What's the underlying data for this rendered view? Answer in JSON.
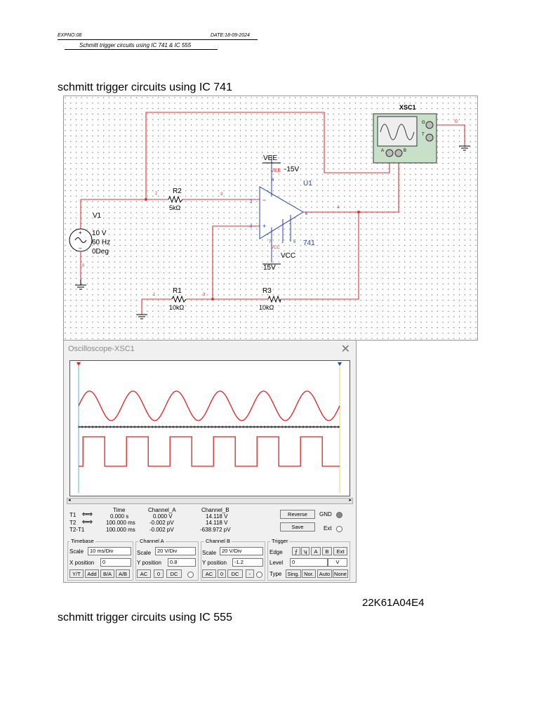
{
  "header": {
    "expno": "EXPNO:08",
    "date": "DATE:18-09-2024",
    "subtitle": "Schmitt trigger circuits using IC 741 & IC 555"
  },
  "section1_title": "schmitt trigger circuits using IC 741",
  "section2_title": "schmitt trigger circuits using IC 555",
  "roll_number": "22K61A04E4",
  "schematic": {
    "scope_label": "XSC1",
    "scope_ports": [
      "G",
      "T",
      "A",
      "B"
    ],
    "scope_port_g_marker": "0",
    "vee_label": "VEE",
    "vee_value": "-15V",
    "vee_pin": "VEE",
    "vcc_label": "VCC",
    "vcc_value": "15V",
    "vcc_pin": "VCC",
    "opamp_ref": "U1",
    "opamp_model": "741",
    "opamp_pins": {
      "p4": "4",
      "p2": "2",
      "p3": "3",
      "p6": "6",
      "p7": "7",
      "p1": "1",
      "p5": "5"
    },
    "r1": {
      "ref": "R1",
      "value": "10kΩ"
    },
    "r2": {
      "ref": "R2",
      "value": "5kΩ"
    },
    "r3": {
      "ref": "R3",
      "value": "10kΩ"
    },
    "v1": {
      "ref": "V1",
      "amp": "10 V",
      "freq": "60 Hz",
      "phase": "0Deg"
    },
    "nets": {
      "n0": "0",
      "n1": "1",
      "n2": "2",
      "n3a": "3",
      "n3b": "3",
      "n4": "4"
    }
  },
  "oscilloscope": {
    "title": "Oscilloscope-XSC1",
    "close_icon": "close-icon",
    "readout_headers": [
      "Time",
      "Channel_A",
      "Channel_B"
    ],
    "rows": [
      {
        "label": "T1",
        "time": "0.000 s",
        "cha": "0.000 V",
        "chb": "14.118 V"
      },
      {
        "label": "T2",
        "time": "100.000 ms",
        "cha": "-0.002 pV",
        "chb": "14.118 V"
      },
      {
        "label": "T2-T1",
        "time": "100.000 ms",
        "cha": "-0.002 pV",
        "chb": "-638.972 pV"
      }
    ],
    "reverse_label": "Reverse",
    "save_label": "Save",
    "gnd_label": "GND",
    "ext_label": "Ext",
    "timebase": {
      "title": "Timebase",
      "scale_label": "Scale",
      "scale_value": "10 ms/Div",
      "xpos_label": "X position",
      "xpos_value": "0",
      "modes": [
        "Y/T",
        "Add",
        "B/A",
        "A/B"
      ]
    },
    "channel_a": {
      "title": "Channel A",
      "scale_label": "Scale",
      "scale_value": "20 V/Div",
      "ypos_label": "Y position",
      "ypos_value": "0.8",
      "coupling": [
        "AC",
        "0",
        "DC"
      ]
    },
    "channel_b": {
      "title": "Channel B",
      "scale_label": "Scale",
      "scale_value": "20 V/Div",
      "ypos_label": "Y position",
      "ypos_value": "-1.2",
      "coupling": [
        "AC",
        "0",
        "DC",
        "-"
      ]
    },
    "trigger": {
      "title": "Trigger",
      "edge_label": "Edge",
      "edge_buttons": [
        "A",
        "B",
        "Ext"
      ],
      "level_label": "Level",
      "level_value": "0",
      "level_unit": "V",
      "type_label": "Type",
      "types": [
        "Sing.",
        "Nor.",
        "Auto",
        "None"
      ]
    },
    "colors": {
      "channel_a": "#e02020",
      "channel_b": "#e02020",
      "schematic_wire": "#e03030",
      "pin_label": "#2040c0"
    }
  }
}
